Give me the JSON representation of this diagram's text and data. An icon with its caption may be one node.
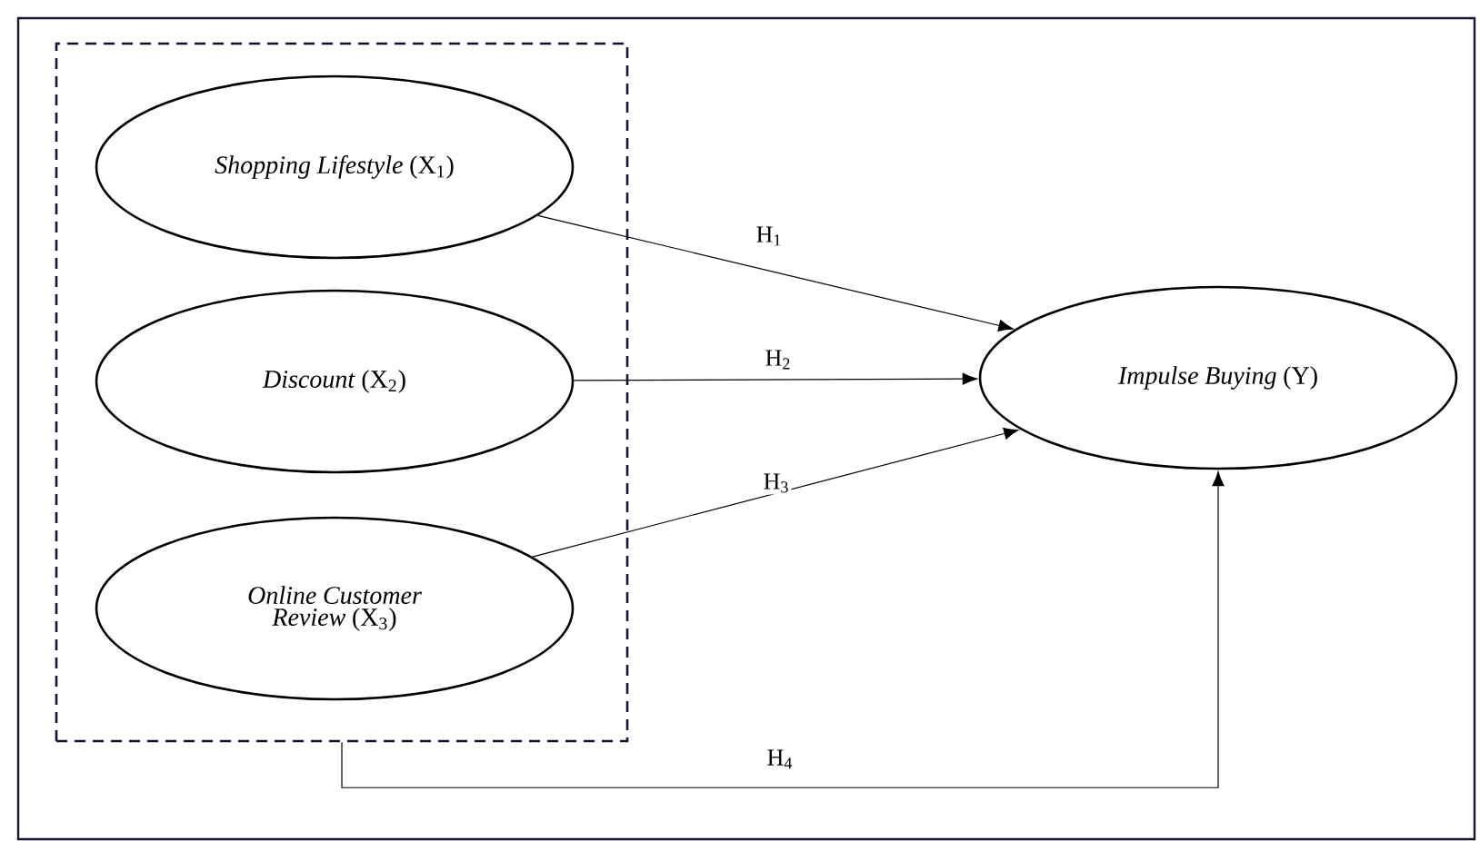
{
  "diagram": {
    "nodes": [
      {
        "text": [],
        "shape": "box"
      },
      {
        "text": [
          "*Shopping Lifestyle* (X$_{1}$)"
        ],
        "in": 0
      },
      {
        "text": [
          "*Discount* (X$_{2}$)"
        ],
        "in": 0
      },
      {
        "text": [
          "*Online Customer Review* (X$_{3}$)"
        ],
        "in": 0
      },
      {
        "text": [
          "*Impulse Buying* (Y)"
        ]
      }
    ],
    "edges": [
      {
        "from": 1,
        "to": 4,
        "arrow": "to",
        "label": "H$_{1}$"
      },
      {
        "from": 2,
        "to": 4,
        "arrow": "to",
        "label": "H$_{2}$"
      },
      {
        "from": 3,
        "to": 4,
        "arrow": "to",
        "label": "H$_{3}$"
      },
      {
        "from": 0,
        "to": 4,
        "arrow": "to",
        "label": "H$_{4}$"
      }
    ]
  }
}
